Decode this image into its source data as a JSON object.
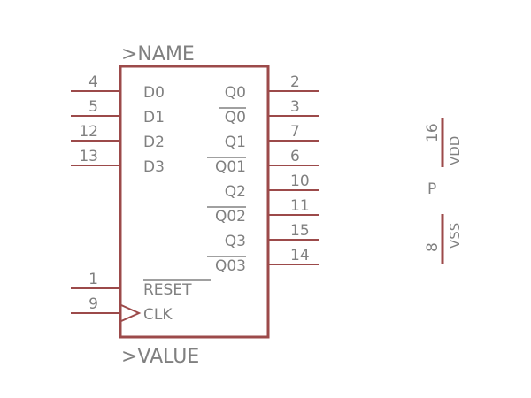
{
  "symbol": {
    "name_label": ">NAME",
    "value_label": ">VALUE",
    "left_pins": [
      {
        "num": "4",
        "label": "D0",
        "overbar": false
      },
      {
        "num": "5",
        "label": "D1",
        "overbar": false
      },
      {
        "num": "12",
        "label": "D2",
        "overbar": false
      },
      {
        "num": "13",
        "label": "D3",
        "overbar": false
      },
      {
        "num": "1",
        "label": "RESET",
        "overbar": true
      },
      {
        "num": "9",
        "label": "CLK",
        "overbar": false,
        "clock": true
      }
    ],
    "right_pins": [
      {
        "num": "2",
        "label": "Q0",
        "overbar": false
      },
      {
        "num": "3",
        "label": "Q0",
        "overbar": true
      },
      {
        "num": "7",
        "label": "Q1",
        "overbar": false
      },
      {
        "num": "6",
        "label": "Q01",
        "overbar": true
      },
      {
        "num": "10",
        "label": "Q2",
        "overbar": false
      },
      {
        "num": "11",
        "label": "Q02",
        "overbar": true
      },
      {
        "num": "15",
        "label": "Q3",
        "overbar": false
      },
      {
        "num": "14",
        "label": "Q03",
        "overbar": true
      }
    ]
  },
  "power": {
    "part_label": "P",
    "vdd": {
      "num": "16",
      "label": "VDD"
    },
    "vss": {
      "num": "8",
      "label": "VSS"
    }
  },
  "colors": {
    "wire": "#9c4a4a",
    "text": "#808080",
    "background": "#ffffff"
  }
}
